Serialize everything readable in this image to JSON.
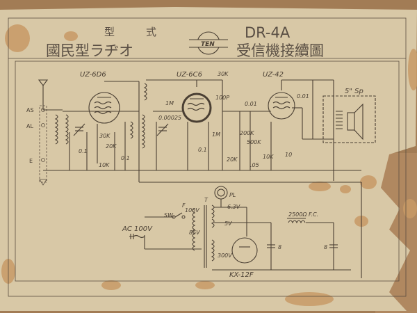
{
  "header": {
    "type_label_1": "型",
    "type_label_2": "式",
    "model": "DR-4A",
    "radio_type": "國民型ラヂオ",
    "logo_text": "TEN",
    "diagram_title": "受信機接續圖"
  },
  "tubes": {
    "rf": "UZ-6D6",
    "detector": "UZ-6C6",
    "output": "UZ-42",
    "rectifier": "KX-12F"
  },
  "terminals": {
    "as": "AS",
    "al": "AL",
    "e": "E"
  },
  "speaker": "5\" Sp",
  "components": {
    "r_30k_top": "30K",
    "c_100p": "100P",
    "c_001_a": "0.01",
    "c_001_b": "0.01",
    "r_1m_grid": "1M",
    "c_000025": "0.00025",
    "c_01_a": "0.1",
    "r_30k": "30K",
    "r_20k_a": "20K",
    "r_10k_a": "10K",
    "c_01_b": "0.1",
    "c_01_c": "0.1",
    "r_1m_b": "1M",
    "r_200k": "200K",
    "r_500k": "500K",
    "r_20k_b": "20K",
    "c_005": ".05",
    "r_10k_b": "10K",
    "c_10": "10"
  },
  "power": {
    "ac_label": "AC 100V",
    "switch": "SW",
    "fuse": "F",
    "transformer": "T",
    "pilot_lamp": "PL",
    "tap_100v": "100V",
    "tap_85v": "85V",
    "heater": "6.3V",
    "filament": "5V",
    "hv": "300V",
    "field_coil": "2500Ω F.C.",
    "cap_1": "8",
    "cap_2": "8"
  }
}
